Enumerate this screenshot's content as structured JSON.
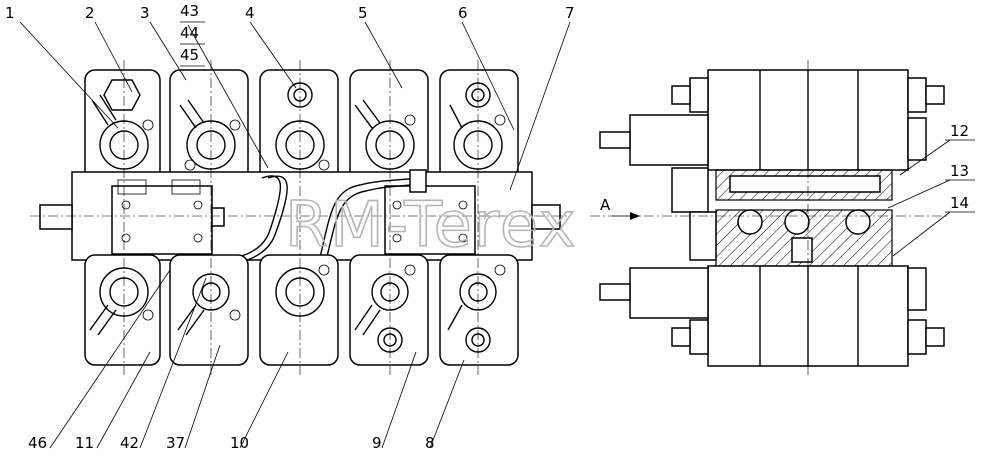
{
  "watermark": "RM-Terex",
  "callouts_top": [
    "1",
    "2",
    "3",
    "43",
    "44",
    "45",
    "4",
    "5",
    "6",
    "7"
  ],
  "callouts_bottom": [
    "46",
    "11",
    "42",
    "37",
    "10",
    "9",
    "8"
  ],
  "callouts_side": [
    "12",
    "13",
    "14"
  ],
  "view_letter": "A"
}
